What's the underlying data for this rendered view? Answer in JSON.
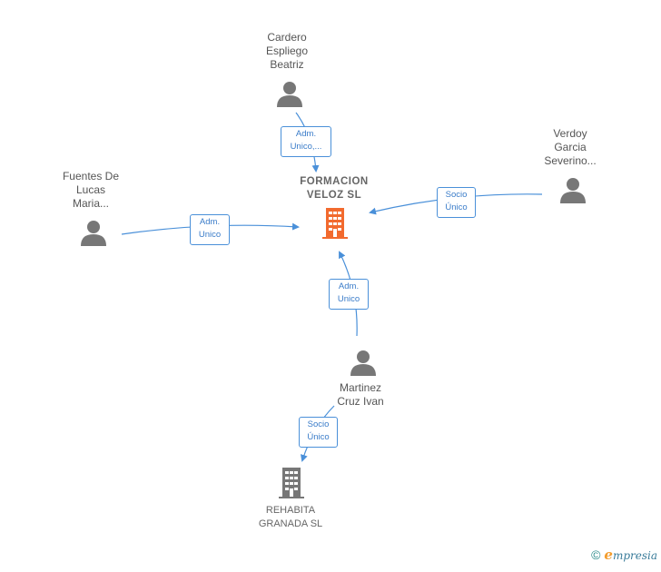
{
  "center": {
    "line1": "FORMACION",
    "line2": "VELOZ  SL",
    "color": "#f26a2e"
  },
  "people": {
    "cardero": {
      "line1": "Cardero",
      "line2": "Espliego",
      "line3": "Beatriz"
    },
    "verdoy": {
      "line1": "Verdoy",
      "line2": "Garcia",
      "line3": "Severino..."
    },
    "fuentes": {
      "line1": "Fuentes De",
      "line2": "Lucas",
      "line3": "Maria..."
    },
    "martinez": {
      "line1": "Martinez",
      "line2": "Cruz Ivan"
    }
  },
  "company2": {
    "line1": "REHABITA",
    "line2": "GRANADA SL",
    "color": "#777777"
  },
  "relations": {
    "cardero": {
      "line1": "Adm.",
      "line2": "Unico,..."
    },
    "verdoy": {
      "line1": "Socio",
      "line2": "Único"
    },
    "fuentes": {
      "line1": "Adm.",
      "line2": "Unico"
    },
    "martinez": {
      "line1": "Adm.",
      "line2": "Unico"
    },
    "rehabita": {
      "line1": "Socio",
      "line2": "Único"
    }
  },
  "colors": {
    "edge": "#4a90d9",
    "person": "#777777"
  },
  "footer": {
    "copyright": "©",
    "brand_first": "e",
    "brand_rest": "mpresia"
  }
}
